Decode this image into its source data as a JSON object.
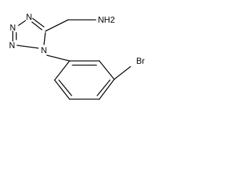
{
  "molecule": {
    "atoms": {
      "amine": "NH2",
      "n1": "N",
      "n2": "N",
      "n3": "N",
      "n4": "N",
      "bromine": "Br"
    },
    "colors": {
      "bond": "#000000",
      "label": "#000000",
      "background": "#ffffff"
    }
  }
}
